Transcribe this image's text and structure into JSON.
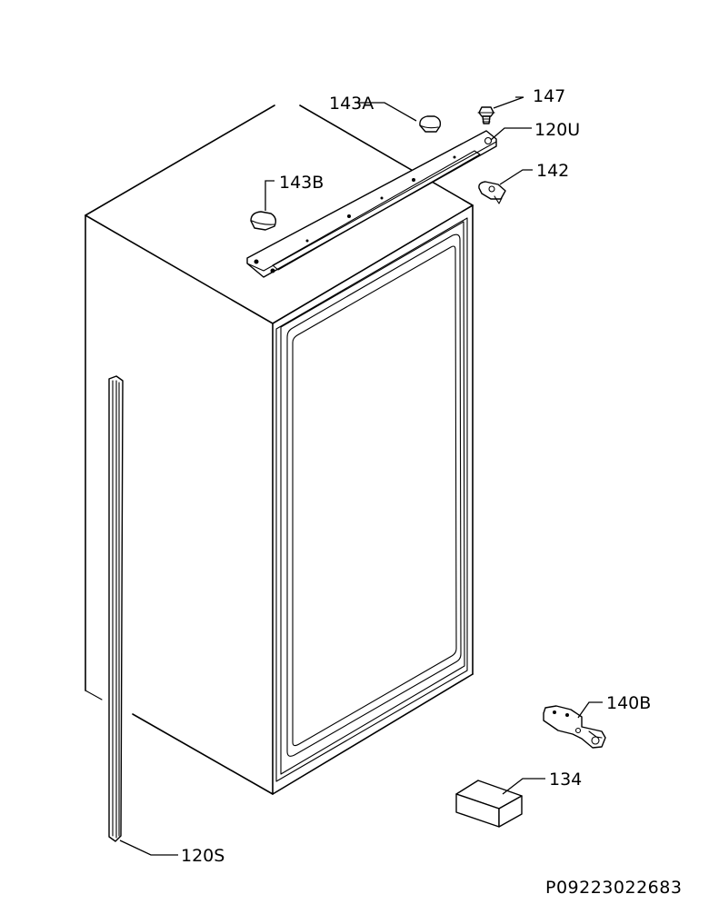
{
  "diagram": {
    "labels": {
      "p147": "147",
      "p143a": "143A",
      "p120u": "120U",
      "p142": "142",
      "p143b": "143B",
      "p140b": "140B",
      "p134": "134",
      "p120s": "120S"
    },
    "reference_code": "P09223022683"
  }
}
